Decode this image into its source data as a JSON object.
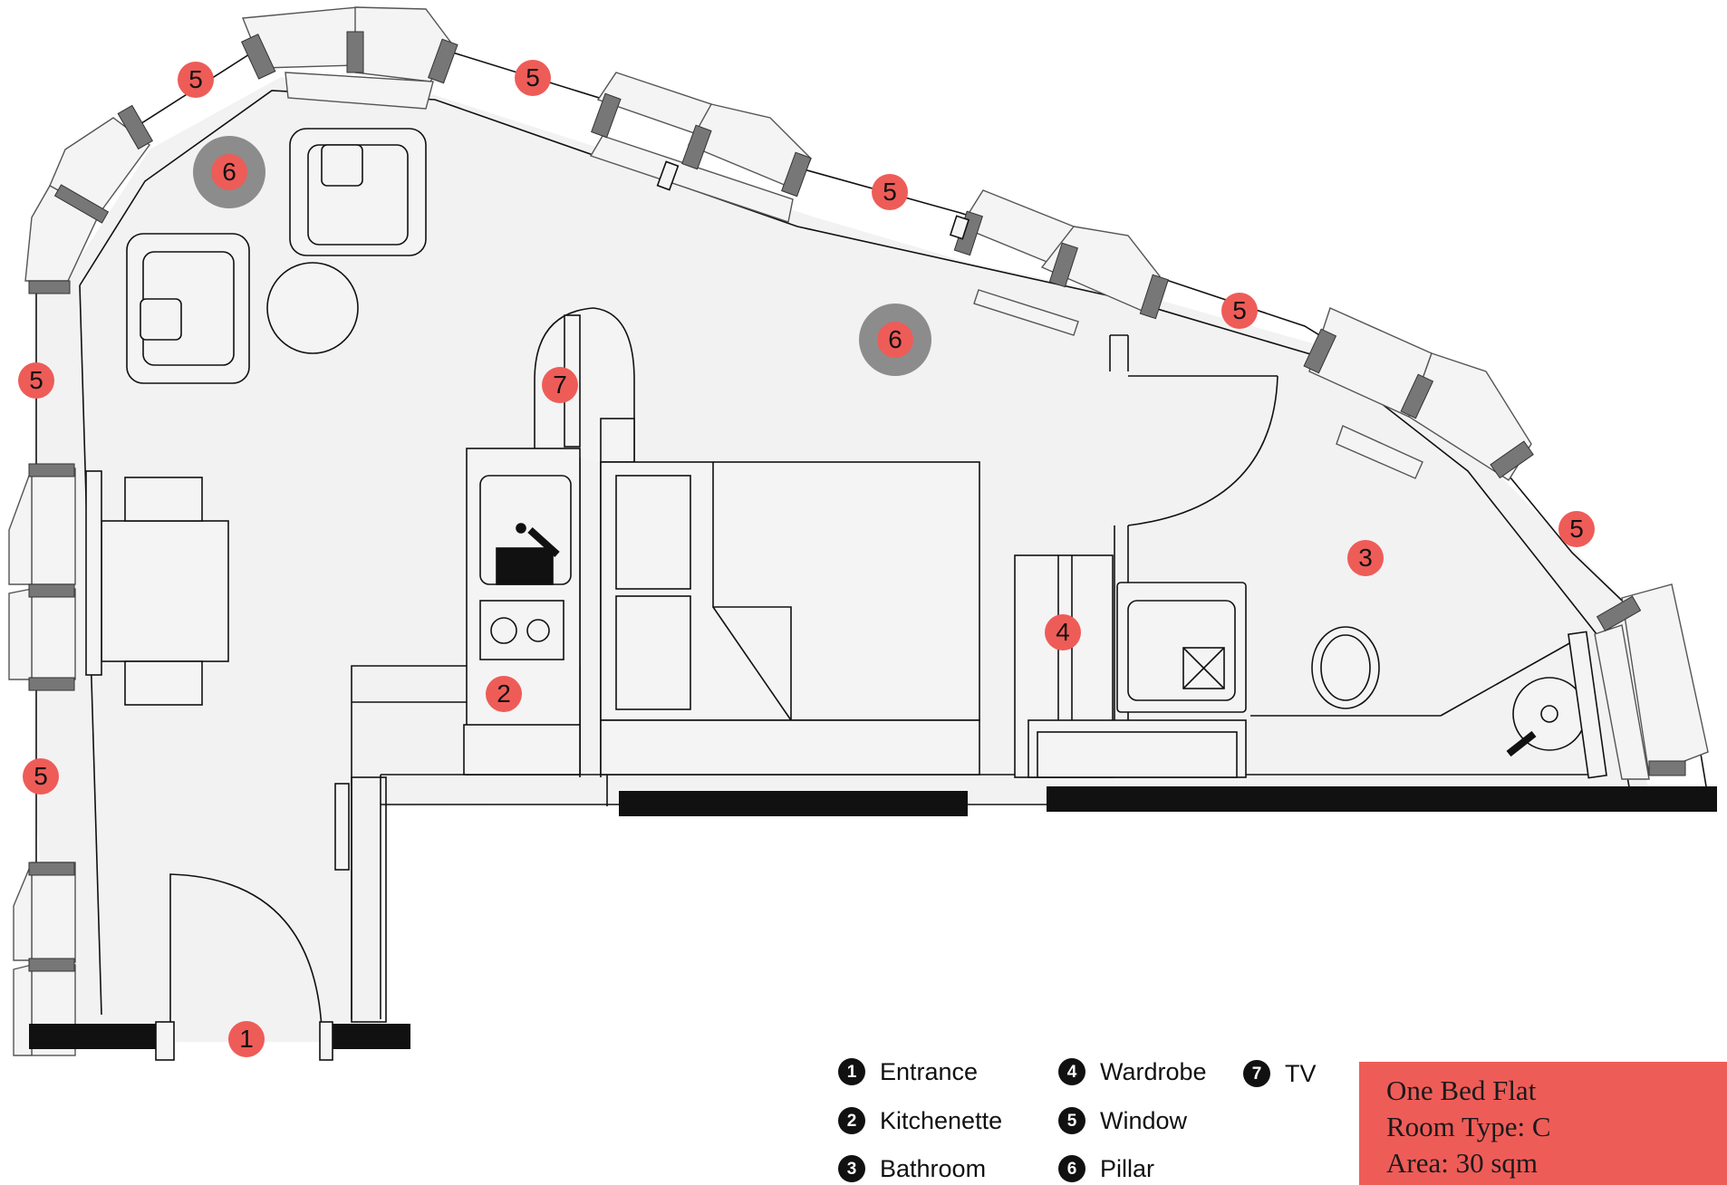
{
  "markers": {
    "entrance": "1",
    "kitchenette": "2",
    "bathroom": "3",
    "wardrobe": "4",
    "window": "5",
    "pillar": "6",
    "tv": "7"
  },
  "legend": [
    {
      "num": "1",
      "label": "Entrance"
    },
    {
      "num": "2",
      "label": "Kitchenette"
    },
    {
      "num": "3",
      "label": "Bathroom"
    },
    {
      "num": "4",
      "label": "Wardrobe"
    },
    {
      "num": "5",
      "label": "Window"
    },
    {
      "num": "6",
      "label": "Pillar"
    },
    {
      "num": "7",
      "label": "TV"
    }
  ],
  "info": {
    "title": "One Bed Flat",
    "room_type": "Room Type: C",
    "area": "Area: 30 sqm"
  },
  "colors": {
    "accent": "#ee5c58",
    "floor": "#f2f2f2",
    "wall": "#111111",
    "frame": "#777777",
    "pillar": "#8c8c8c"
  }
}
